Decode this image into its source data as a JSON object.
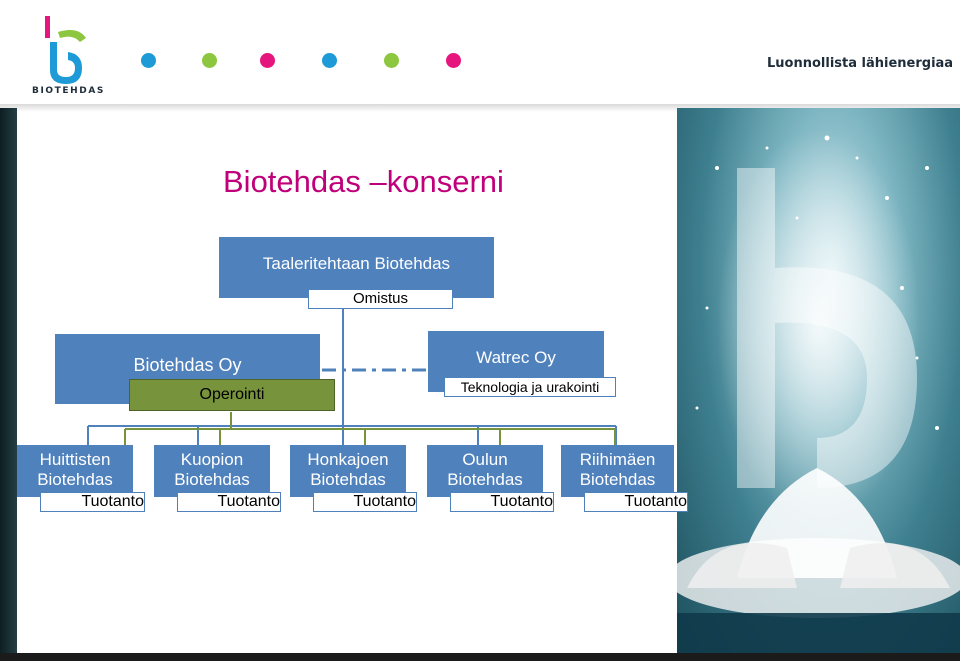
{
  "header": {
    "logo_text": "BIOTEHDAS",
    "tagline": "Luonnollista lähienergiaa",
    "dots": [
      "#1e9ad6",
      "#8dc63f",
      "#e5177e",
      "#1e9ad6",
      "#8dc63f",
      "#e5177e"
    ]
  },
  "slide": {
    "title": "Biotehdas –konserni",
    "top": {
      "name": "Taaleritehtaan Biotehdas",
      "role": "Omistus"
    },
    "mid_left": {
      "name": "Biotehdas Oy",
      "role": "Operointi"
    },
    "mid_right": {
      "name": "Watrec Oy",
      "role": "Teknologia ja urakointi"
    },
    "plants": [
      {
        "line1": "Huittisten",
        "line2": "Biotehdas",
        "role": "Tuotanto"
      },
      {
        "line1": "Kuopion",
        "line2": "Biotehdas",
        "role": "Tuotanto"
      },
      {
        "line1": "Honkajoen",
        "line2": "Biotehdas",
        "role": "Tuotanto"
      },
      {
        "line1": "Oulun",
        "line2": "Biotehdas",
        "role": "Tuotanto"
      },
      {
        "line1": "Riihimäen",
        "line2": "Biotehdas",
        "role": "Tuotanto"
      }
    ]
  },
  "colors": {
    "box": "#4f81bd",
    "green": "#77933c",
    "title": "#c0007a"
  }
}
